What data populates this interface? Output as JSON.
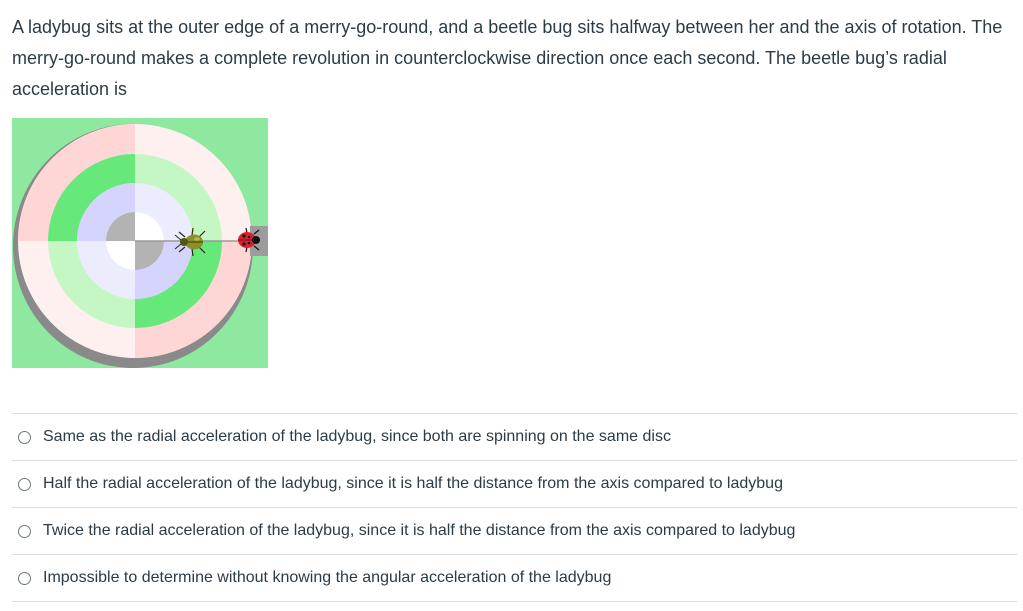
{
  "question": {
    "text": "A ladybug sits at the outer edge of a merry-go-round, and a beetle bug sits halfway between her and the axis of rotation. The merry-go-round makes a complete revolution in counterclockwise direction once each second. The beetle bug’s radial acceleration is"
  },
  "figure": {
    "icons": [
      "merry-go-round-disc",
      "beetle-icon",
      "ladybug-icon"
    ],
    "colors": {
      "background": "#8ee89f",
      "pink": "#ffd6d6",
      "light_green": "#c5f7c5",
      "green": "#66e87a",
      "lavender": "#d4d4ff",
      "gray": "#b3b3b3",
      "rim": "#8a8a8a"
    }
  },
  "answers": [
    {
      "label": "Same as the radial acceleration of the ladybug, since both are spinning on the same disc"
    },
    {
      "label": "Half the radial acceleration of the ladybug, since it is half the distance from the axis compared to ladybug"
    },
    {
      "label": "Twice the radial acceleration of the ladybug, since it is half the distance from the axis compared to ladybug"
    },
    {
      "label": "Impossible to determine without knowing the angular acceleration of the ladybug"
    }
  ]
}
